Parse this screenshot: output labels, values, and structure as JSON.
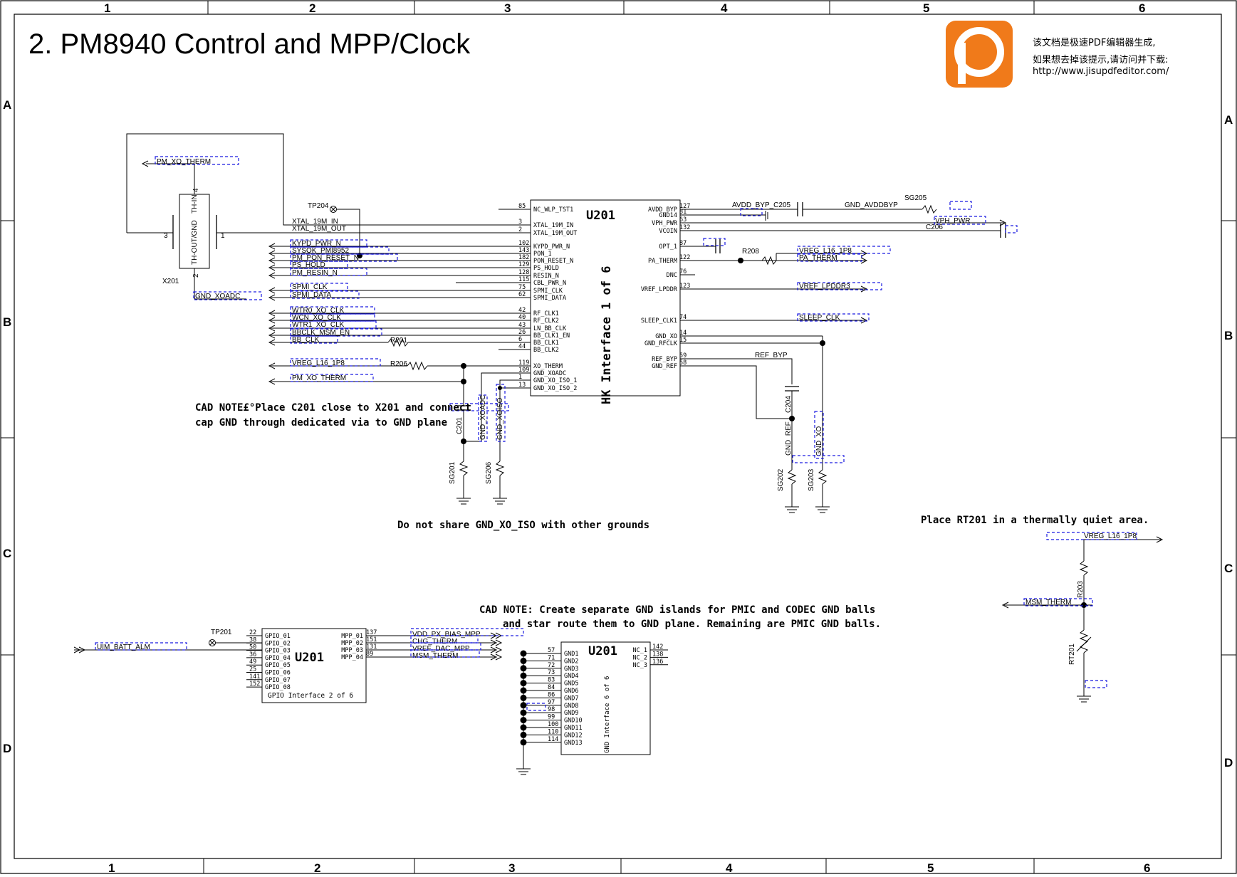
{
  "title": "2. PM8940 Control and MPP/Clock",
  "grid": {
    "columns": [
      "1",
      "2",
      "3",
      "4",
      "5",
      "6"
    ],
    "rows": [
      "A",
      "B",
      "C",
      "D"
    ]
  },
  "watermark": {
    "line1": "该文档是极速PDF编辑器生成,",
    "line2": "如果想去掉该提示,请访问并下载:",
    "url": "http://www.jisupdfeditor.com/",
    "logo_icon": "pdf-editor-logo-icon"
  },
  "crystal": {
    "ref": "X201",
    "body_label": "TH-OUT/GND",
    "pin_label": "TH-IN",
    "pins": [
      "4",
      "3",
      "1",
      "2"
    ]
  },
  "u201_main": {
    "ref": "U201",
    "subtitle": "HK Interface 1 of 6",
    "left_pins": [
      {
        "num": "85",
        "name": "NC_WLP_TST1"
      },
      {
        "num": "3",
        "name": "XTAL_19M_IN"
      },
      {
        "num": "2",
        "name": "XTAL_19M_OUT"
      },
      {
        "num": "102",
        "name": "KYPD_PWR_N"
      },
      {
        "num": "143",
        "name": "PON_1"
      },
      {
        "num": "182",
        "name": "PON_RESET_N"
      },
      {
        "num": "129",
        "name": "PS_HOLD"
      },
      {
        "num": "128",
        "name": "RESIN_N"
      },
      {
        "num": "115",
        "name": "CBL_PWR_N"
      },
      {
        "num": "75",
        "name": "SPMI_CLK"
      },
      {
        "num": "62",
        "name": "SPMI_DATA"
      },
      {
        "num": "42",
        "name": "RF_CLK1"
      },
      {
        "num": "40",
        "name": "RF_CLK2"
      },
      {
        "num": "43",
        "name": "LN_BB_CLK"
      },
      {
        "num": "26",
        "name": "BB_CLK1_EN"
      },
      {
        "num": "6",
        "name": "BB_CLK1"
      },
      {
        "num": "44",
        "name": "BB_CLK2"
      },
      {
        "num": "119",
        "name": "XO_THERM"
      },
      {
        "num": "109",
        "name": "GND_XOADC"
      },
      {
        "num": "1",
        "name": "GND_XO_ISO_1"
      },
      {
        "num": "13",
        "name": "GND_XO_ISO_2"
      }
    ],
    "right_pins": [
      {
        "num": "127",
        "name": "AVDD_BYP"
      },
      {
        "num": "81",
        "name": "GND14"
      },
      {
        "num": "63",
        "name": "VPH_PWR"
      },
      {
        "num": "132",
        "name": "VCOIN"
      },
      {
        "num": "87",
        "name": "OPT_1"
      },
      {
        "num": "122",
        "name": "PA_THERM"
      },
      {
        "num": "76",
        "name": "DNC"
      },
      {
        "num": "123",
        "name": "VREF_LPDDR"
      },
      {
        "num": "74",
        "name": "SLEEP_CLK1"
      },
      {
        "num": "14",
        "name": "GND_XO"
      },
      {
        "num": "15",
        "name": "GND_RFCLK"
      },
      {
        "num": "59",
        "name": "REF_BYP"
      },
      {
        "num": "58",
        "name": "GND_REF"
      }
    ]
  },
  "left_nets": {
    "pm_xo_therm_top": "PM_XO_THERM",
    "xtal_in": "XTAL_19M_IN",
    "xtal_out": "XTAL_19M_OUT",
    "tp204": "TP204",
    "gnd_xoadc": "GND_XOADC",
    "group1": [
      "KYPD_PWR_N",
      "SYSOK_PMI8952",
      "PM_PON_RESET_N",
      "PS_HOLD",
      "PM_RESIN_N"
    ],
    "group2": [
      "SPMI_CLK",
      "SPMI_DATA"
    ],
    "group3": [
      "WTR0_XO_CLK",
      "WCN_XO_CLK",
      "WTR1_XO_CLK",
      "BBCLK_MSM_EN",
      "BB_CLK"
    ],
    "r201": "R201",
    "vreg_l16": "VREG_L16_1P8",
    "r206": "R206",
    "pm_xo_therm_bottom": "PM_XO_THERM"
  },
  "right_nets": {
    "avdd_byp_c205": "AVDD_BYP_C205",
    "gnd_avddbyp": "GND_AVDDBYP",
    "sg205": "SG205",
    "vph_pwr": "VPH_PWR",
    "c206": "C206",
    "r208": "R208",
    "vreg_l16": "VREG_L16_1P8",
    "pa_therm": "PA_THERM",
    "vref_lpddr3": "VREF_LPDDR3",
    "sleep_clk": "SLEEP_CLK",
    "ref_byp": "REF_BYP",
    "c204": "C204",
    "gnd_ref": "GND_REF",
    "gnd_xo": "GND_XO",
    "sg202": "SG202",
    "sg203": "SG203"
  },
  "bottom_nets": {
    "c201": "C201",
    "gnd_xoadc": "GND_XOADC",
    "gnd_xoiso": "GND_XOISO",
    "sg201": "SG201",
    "sg206": "SG206"
  },
  "notes": {
    "cad1_line1": "CAD NOTE£°Place C201 close to X201 and connect",
    "cad1_line2": "cap GND through dedicated via to GND plane",
    "xo_iso": "Do not share GND_XO_ISO with other grounds",
    "rt201": "Place RT201 in a thermally quiet area.",
    "cad2_line1": "CAD NOTE: Create separate GND islands for PMIC and CODEC GND balls",
    "cad2_line2": "and star route them to GND plane. Remaining are PMIC GND balls."
  },
  "thermistor": {
    "vreg": "VREG_L16_1P8",
    "r203": "R203",
    "msm_therm": "MSM_THERM",
    "rt201": "RT201"
  },
  "u201_gpio": {
    "ref": "U201",
    "subtitle": "GPIO Interface 2 of 6",
    "tp": "TP201",
    "uim": "UIM_BATT_ALM",
    "gpio_pins": [
      {
        "num": "22",
        "name": "GPIO_01"
      },
      {
        "num": "38",
        "name": "GPIO_02"
      },
      {
        "num": "50",
        "name": "GPIO_03"
      },
      {
        "num": "36",
        "name": "GPIO_04"
      },
      {
        "num": "49",
        "name": "GPIO_05"
      },
      {
        "num": "25",
        "name": "GPIO_06"
      },
      {
        "num": "141",
        "name": "GPIO_07"
      },
      {
        "num": "152",
        "name": "GPIO_08"
      }
    ],
    "mpp_pins": [
      {
        "num": "137",
        "name": "MPP_01",
        "net": "VDD_PX_BIAS_MPP"
      },
      {
        "num": "151",
        "name": "MPP_02",
        "net": "CHG_THERM"
      },
      {
        "num": "131",
        "name": "MPP_03",
        "net": "VREF_DAC_MPP"
      },
      {
        "num": "89",
        "name": "MPP_04",
        "net": "MSM_THERM"
      }
    ]
  },
  "u201_gnd": {
    "ref": "U201",
    "subtitle": "GND Interface 6 of 6",
    "gnd_pins": [
      {
        "num": "57",
        "name": "GND1"
      },
      {
        "num": "71",
        "name": "GND2"
      },
      {
        "num": "72",
        "name": "GND3"
      },
      {
        "num": "73",
        "name": "GND4"
      },
      {
        "num": "83",
        "name": "GND5"
      },
      {
        "num": "84",
        "name": "GND6"
      },
      {
        "num": "86",
        "name": "GND7"
      },
      {
        "num": "97",
        "name": "GND8"
      },
      {
        "num": "98",
        "name": "GND9"
      },
      {
        "num": "99",
        "name": "GND10"
      },
      {
        "num": "100",
        "name": "GND11"
      },
      {
        "num": "110",
        "name": "GND12"
      },
      {
        "num": "114",
        "name": "GND13"
      }
    ],
    "nc_pins": [
      {
        "num": "142",
        "name": "NC_1"
      },
      {
        "num": "138",
        "name": "NC_2"
      },
      {
        "num": "136",
        "name": "NC_3"
      }
    ]
  }
}
